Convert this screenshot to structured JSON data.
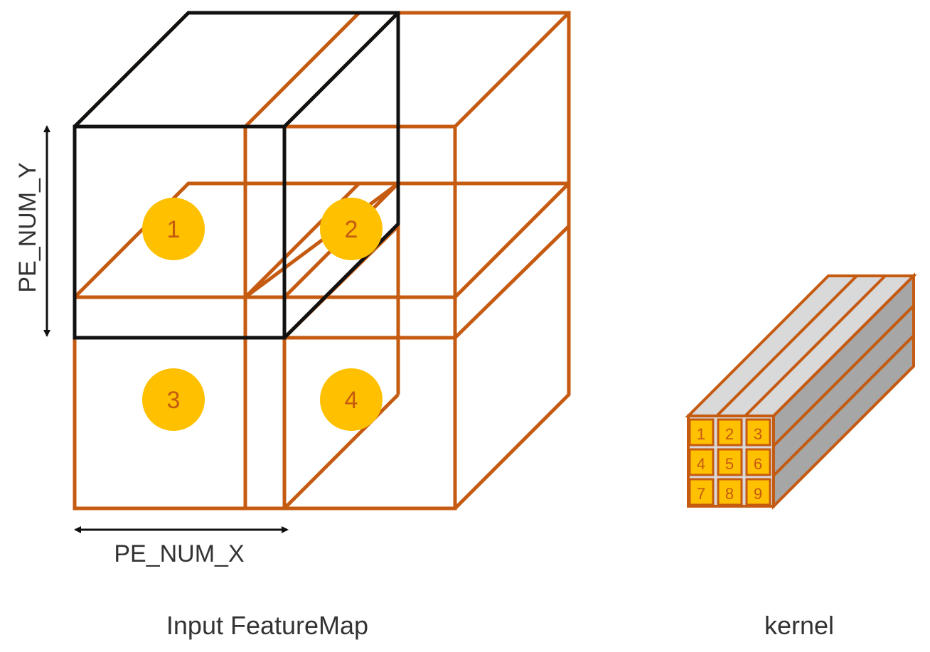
{
  "colors": {
    "line": "#c55a11",
    "highlight": "#111111",
    "badge_fill": "#ffc000",
    "badge_text": "#c55a11",
    "kernel_face": "#d9d9d9",
    "kernel_side": "#a6a6a6"
  },
  "labels": {
    "pe_num_y": "PE_NUM_Y",
    "pe_num_x": "PE_NUM_X",
    "input_caption": "Input FeatureMap",
    "kernel_caption": "kernel"
  },
  "feature_map_badges": [
    "1",
    "2",
    "3",
    "4"
  ],
  "kernel_badges": [
    "1",
    "2",
    "3",
    "4",
    "5",
    "6",
    "7",
    "8",
    "9"
  ]
}
